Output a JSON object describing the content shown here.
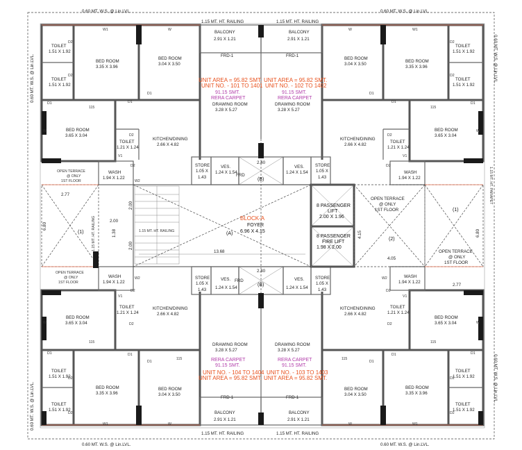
{
  "railing": {
    "top_a": "1.15 MT. HT. RAILING",
    "top_b": "1.15 MT. HT. RAILING",
    "bottom_a": "1.15 MT. HT. RAILING",
    "bottom_b": "1.15 MT. HT. RAILING",
    "mid": "1.15 MT. HT. RAILING",
    "side_l": "1.15 MT. HT. RAILING",
    "side_r": "1.15 MT. HT. PARAPET"
  },
  "ws": {
    "label": "0.60 MT. W.S. @ Lin.LVL."
  },
  "units_top_left": {
    "area": "UNIT AREA = 95.82 SMT.",
    "nos": "UNIT NO. - 101 TO 1401",
    "rera": "91.15 SMT.",
    "rera_label": "RERA CARPET"
  },
  "units_top_right": {
    "area": "UNIT AREA = 95.82 SMT.",
    "nos": "UNIT NO. - 102 TO 1402",
    "rera": "91.15 SMT.",
    "rera_label": "RERA CARPET"
  },
  "units_bottom_left": {
    "rera_label": "RERA CARPET",
    "rera": "91.15 SMT.",
    "nos": "UNIT NO. - 104 TO 1404",
    "area": "UNIT AREA = 95.82 SMT."
  },
  "units_bottom_right": {
    "rera_label": "RERA CARPET",
    "rera": "91.15 SMT.",
    "nos": "UNIT NO. - 103 TO 1403",
    "area": "UNIT AREA = 95.82 SMT."
  },
  "rooms": {
    "toilet": "TOILET",
    "toilet_dim_a": "1.51 X 1.92",
    "toilet_dim_b": "1.21 X 1.24",
    "bed": "BED ROOM",
    "bed_a": "3.35 X 3.96",
    "bed_b": "3.04 X 3.50",
    "bed_c": "3.65 X 3.04",
    "balcony": "BALCONY",
    "balcony_dim": "2.91 X 1.21",
    "drawing": "DRAWING ROOM",
    "drawing_dim": "3.28 X 5.27",
    "kitchen": "KITCHEN/DINING",
    "kitchen_dim": "2.66 X 4.82",
    "wash": "WASH",
    "wash_dim": "1.94 X 1.22",
    "store": "STORE",
    "store_dim_a": "1.05 X",
    "store_dim_b": "1.43",
    "ves": "VES.",
    "ves_dim": "1.24 X 1.54",
    "frd": "FRD-1",
    "frd_short": "FRD"
  },
  "doors": {
    "w1": "W1",
    "w": "W",
    "w2": "W2",
    "d1": "D1",
    "d2": "D2",
    "v1": "V1"
  },
  "core": {
    "block": "BLOCK-A",
    "foyer": "FOYER",
    "foyer_dim": "6.96 X 4.15",
    "lift_a": "8 PASSENGER",
    "lift_a2": "LIFT",
    "lift_a_dim": "2.00 X 1.96",
    "lift_b": "8 PASSENGER",
    "lift_b2": "FIRE LIFT",
    "lift_b_dim": "1.98 X 2.00",
    "mark_a": "(A)",
    "mark_b": "(B)",
    "mark_1": "(1)",
    "mark_2": "(2)"
  },
  "terrace": {
    "l1": "OPEN TERRACE",
    "l2": "@ ONLY",
    "l3": "1ST FLOOR"
  },
  "dims": {
    "d277": "2.77",
    "d680": "6.80",
    "d200": "2.00",
    "d138": "1.38",
    "d1368": "13.68",
    "d240": "2.40",
    "d415": "4.15",
    "d405": "4.05",
    "d115": "115"
  }
}
